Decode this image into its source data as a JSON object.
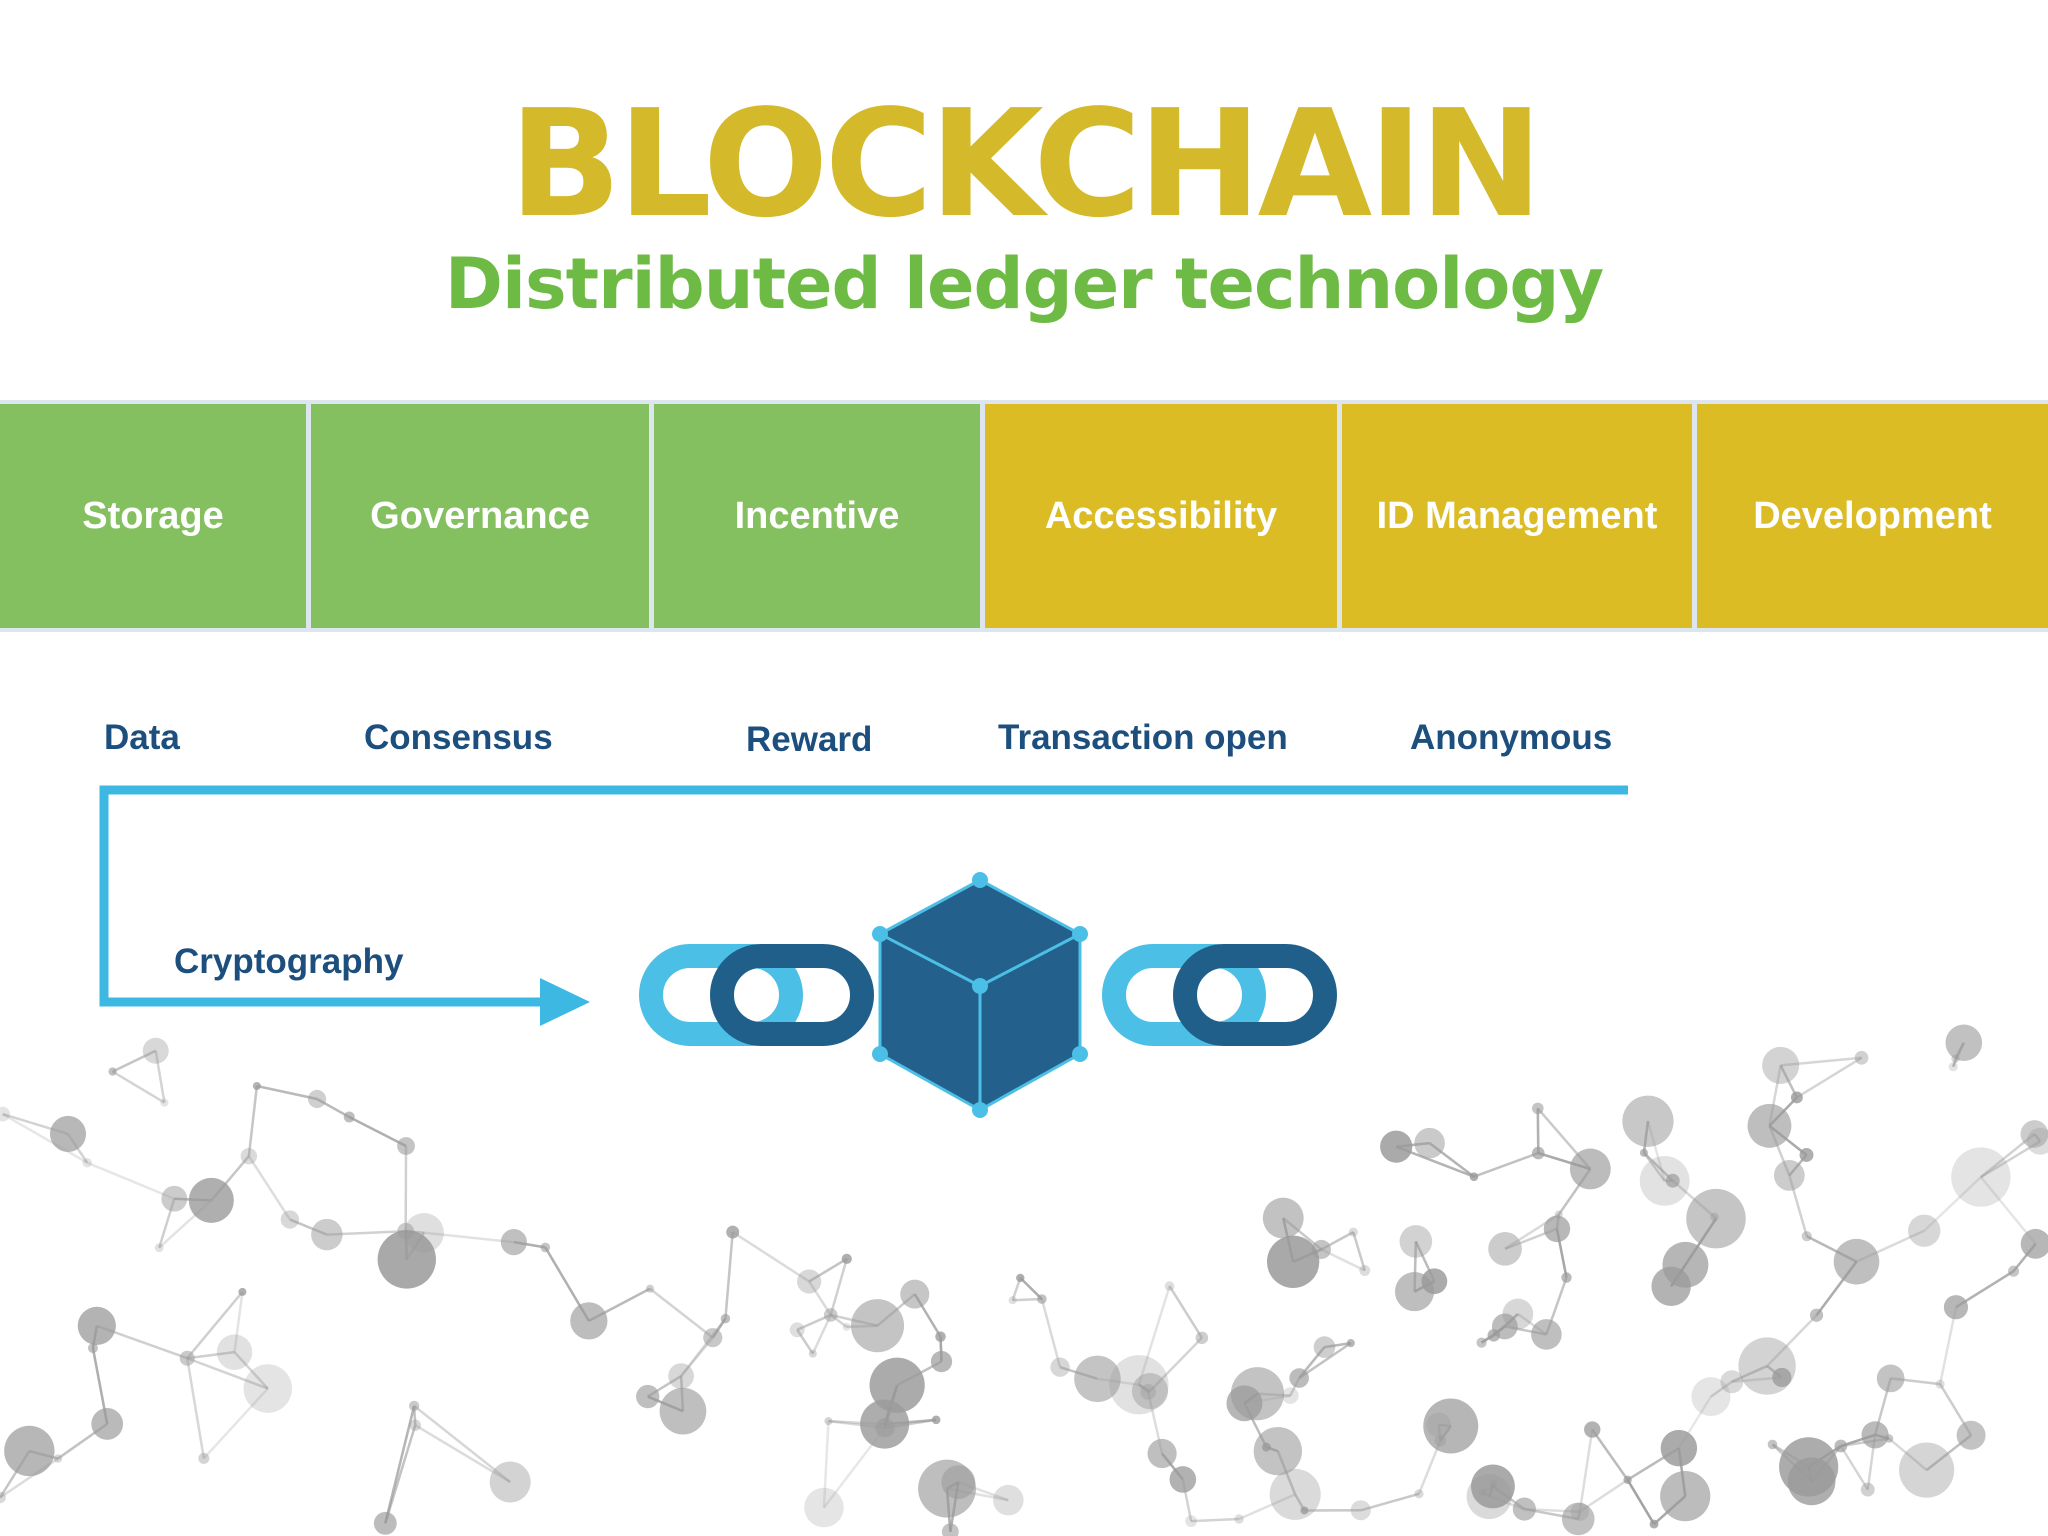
{
  "title": "BLOCKCHAIN",
  "subtitle": "Distributed ledger technology",
  "categories": [
    "Storage",
    "Governance",
    "Incentive",
    "Accessibility",
    "ID Management",
    "Development"
  ],
  "properties": [
    "Data",
    "Consensus",
    "Reward",
    "Transaction open",
    "Anonymous"
  ],
  "flow_label": "Cryptography",
  "colors": {
    "title": "#d4b92a",
    "subtitle": "#6dbb44",
    "green": "#85c060",
    "gold": "#dcbc25",
    "property_text": "#1c4f7d",
    "connector": "#3db8e3",
    "cube": "#23618c",
    "link_light": "#4bbfe5",
    "link_dark": "#1f5f8a",
    "network": "#9a9a9a"
  },
  "icons": [
    "chain-link-icon",
    "blockchain-cube-icon",
    "chain-link-icon"
  ]
}
